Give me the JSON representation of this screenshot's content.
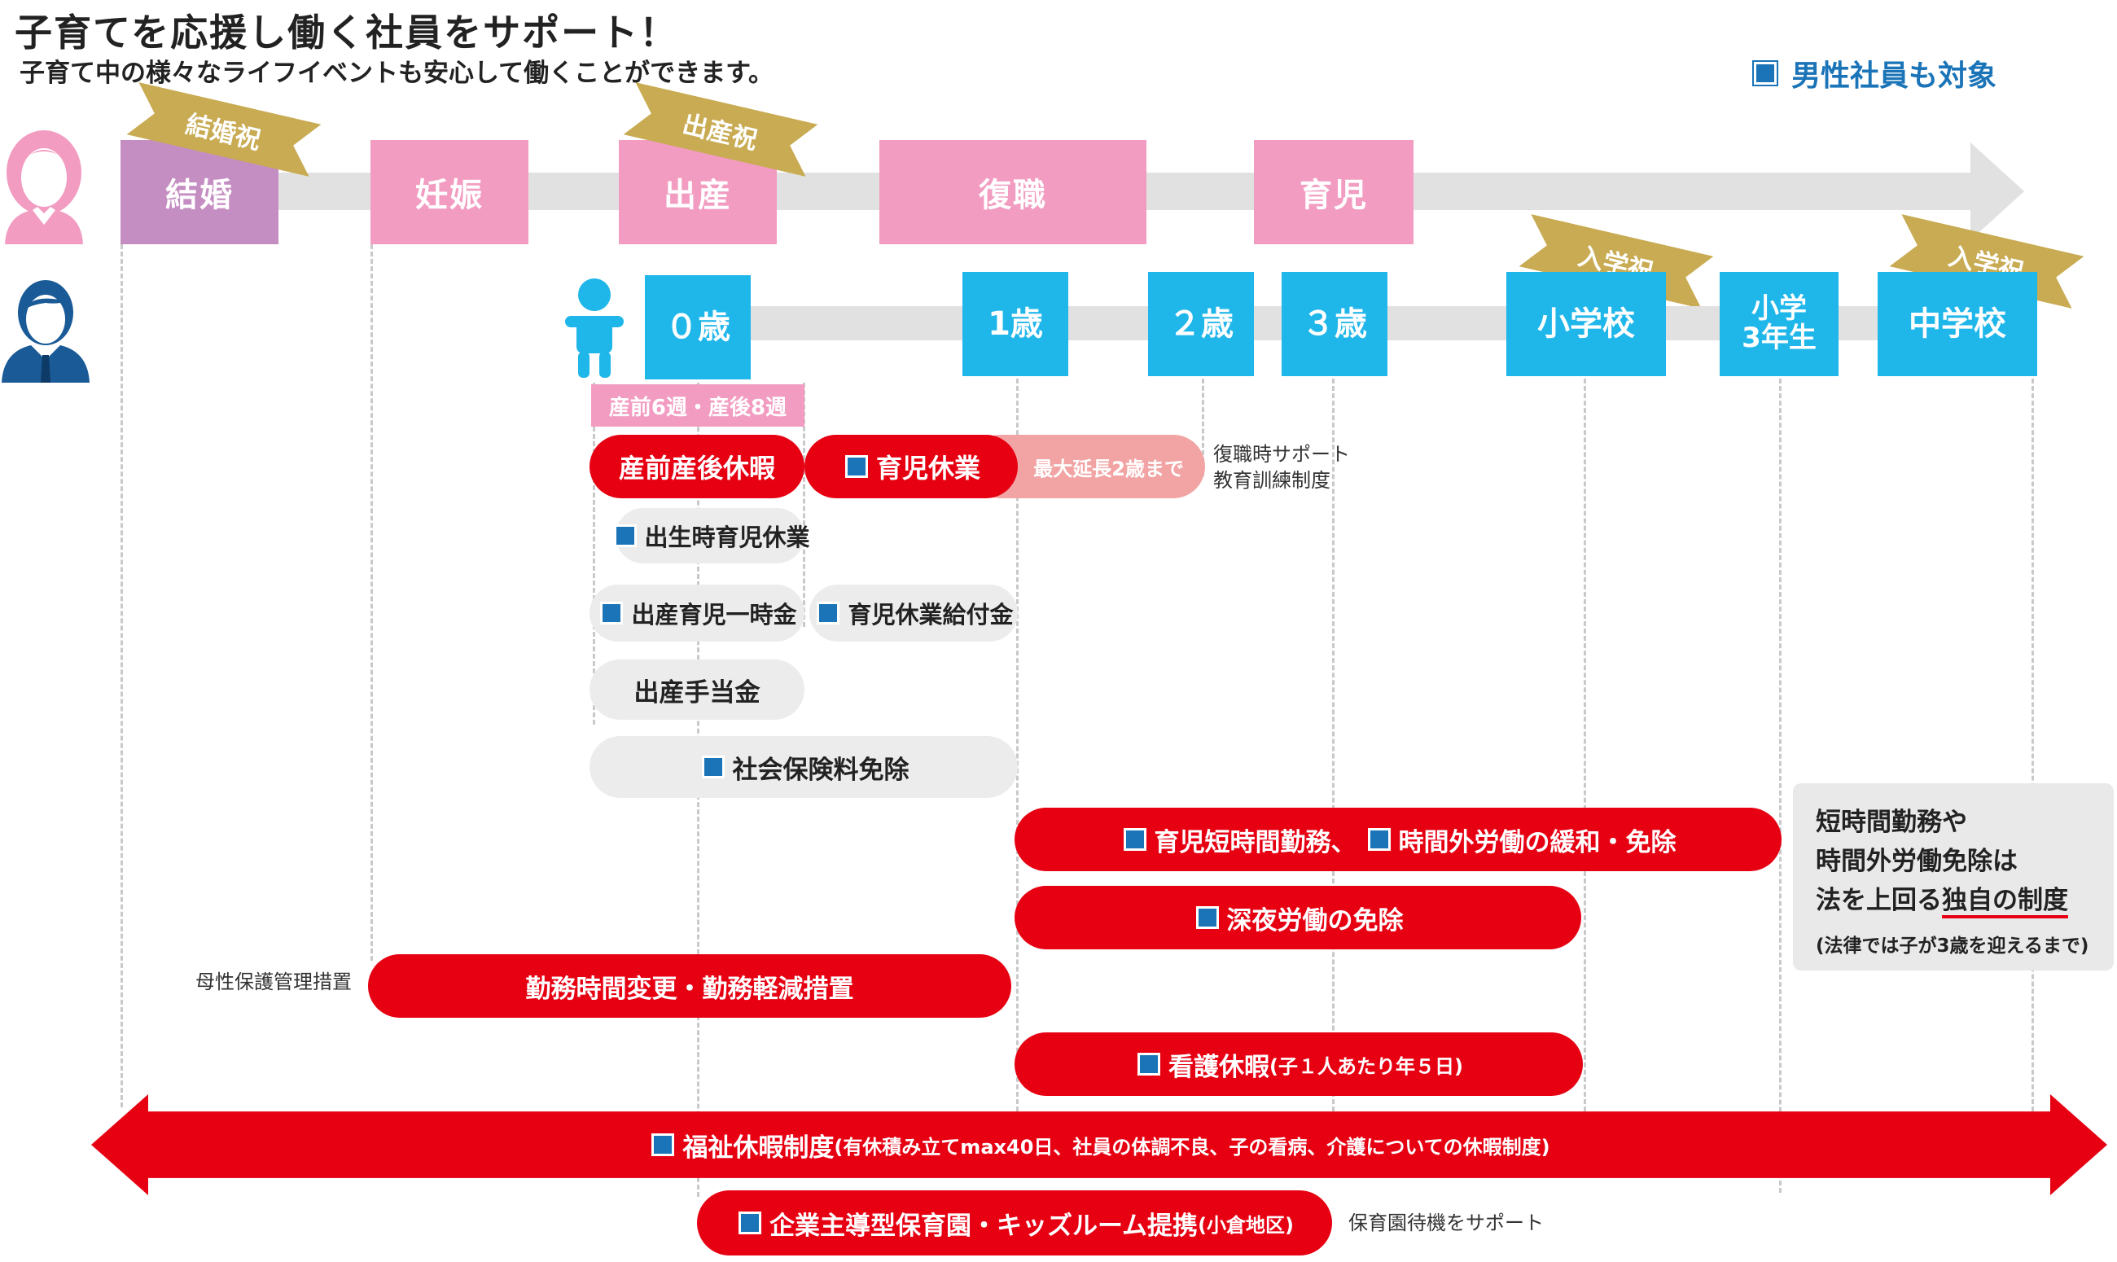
{
  "title": "子育てを応援し働く社員をサポート！",
  "subtitle": "子育て中の様々なライフイベントも安心して働くことができます。",
  "legend": "男性社員も対象",
  "icons": {
    "female": "woman-icon",
    "male": "businessman-icon",
    "child": "child-icon",
    "square": "square-marker-icon"
  },
  "colors": {
    "pink": "#f29cc2",
    "purple": "#c58ec2",
    "blue": "#1fb6ea",
    "red": "#e60012",
    "gold": "#c8ab52",
    "marker": "#1a74b7"
  },
  "stages": [
    "結婚",
    "妊娠",
    "出産",
    "復職",
    "育児"
  ],
  "ribbons": {
    "marriage": "結婚祝",
    "birth": "出産祝",
    "elementary": "入学祝",
    "junior_high": "入学祝"
  },
  "ages": [
    "０歳",
    "1歳",
    "２歳",
    "３歳",
    "小学校",
    "小学\n3年生",
    "中学校"
  ],
  "pre_post_label": "産前6週・産後8週",
  "items": {
    "maternity_leave": "産前産後休暇",
    "childcare_leave": "育児休業",
    "extension": "最大延長2歳まで",
    "return_support": "復職時サポート\n教育訓練制度",
    "birth_leave": "出生時育児休業",
    "lump_sum": "出産育児一時金",
    "childcare_benefit": "育児休業給付金",
    "maternity_allowance": "出産手当金",
    "insurance_exemption": "社会保険料免除",
    "short_time": "育児短時間勤務、",
    "overtime": "時間外労働の緩和・免除",
    "night_work": "深夜労働の免除",
    "maternal_note": "母性保護管理措置",
    "work_change": "勤務時間変更・勤務軽減措置",
    "nursing_leave": "看護休暇",
    "nursing_detail": "(子１人あたり年５日)",
    "welfare_leave": "福祉休暇制度",
    "welfare_detail": "(有休積み立てmax40日、社員の体調不良、子の看病、介護についての休暇制度)",
    "nursery": "企業主導型保育園・キッズルーム提携",
    "nursery_detail": "(小倉地区)",
    "nursery_note": "保育園待機をサポート"
  },
  "sidebox": {
    "line1": "短時間勤務や",
    "line2": "時間外労働免除は",
    "line3a": "法を上回る",
    "line3b": "独自の制度",
    "note": "(法律では子が3歳を迎えるまで)"
  }
}
